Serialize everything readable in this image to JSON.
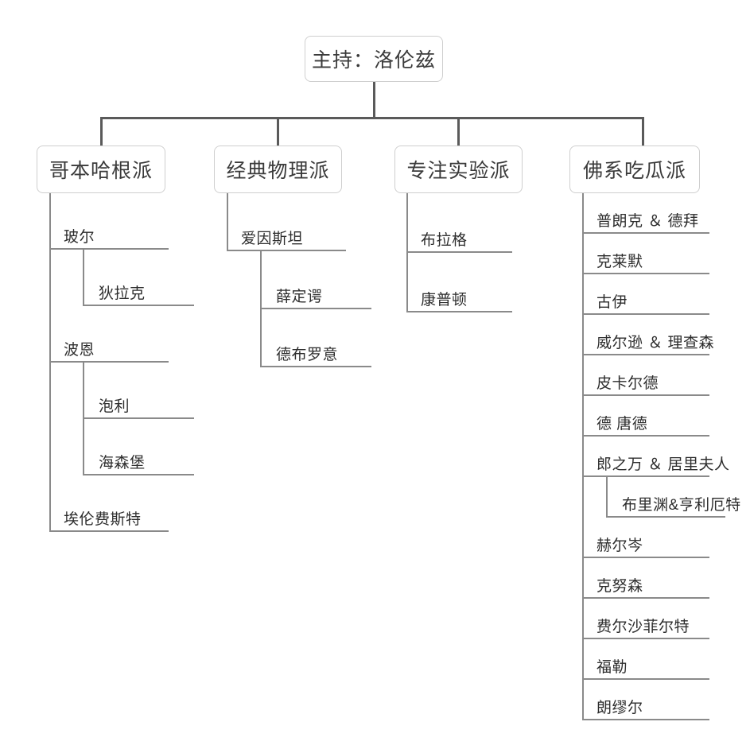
{
  "diagram": {
    "type": "org-chart",
    "title_node": {
      "label": "主持：洛伦兹"
    },
    "branches": [
      {
        "label": "哥本哈根派",
        "items": [
          {
            "label": "玻尔",
            "level": 1
          },
          {
            "label": "狄拉克",
            "level": 2
          },
          {
            "label": "波恩",
            "level": 1
          },
          {
            "label": "泡利",
            "level": 2
          },
          {
            "label": "海森堡",
            "level": 2
          },
          {
            "label": "埃伦费斯特",
            "level": 1
          }
        ]
      },
      {
        "label": "经典物理派",
        "items": [
          {
            "label": "爱因斯坦",
            "level": 1
          },
          {
            "label": "薛定谔",
            "level": 2
          },
          {
            "label": "德布罗意",
            "level": 2
          }
        ]
      },
      {
        "label": "专注实验派",
        "items": [
          {
            "label": "布拉格",
            "level": 1
          },
          {
            "label": "康普顿",
            "level": 1
          }
        ]
      },
      {
        "label": "佛系吃瓜派",
        "items": [
          {
            "label": "普朗克 ＆ 德拜",
            "level": 1
          },
          {
            "label": "克莱默",
            "level": 1
          },
          {
            "label": "古伊",
            "level": 1
          },
          {
            "label": "威尔逊 ＆ 理查森",
            "level": 1
          },
          {
            "label": "皮卡尔德",
            "level": 1
          },
          {
            "label": "德 唐德",
            "level": 1
          },
          {
            "label": "郎之万 ＆ 居里夫人",
            "level": 1
          },
          {
            "label": "布里渊&亨利厄特",
            "level": 2
          },
          {
            "label": "赫尔岑",
            "level": 1
          },
          {
            "label": "克努森",
            "level": 1
          },
          {
            "label": "费尔沙菲尔特",
            "level": 1
          },
          {
            "label": "福勒",
            "level": 1
          },
          {
            "label": "朗缪尔",
            "level": 1
          }
        ]
      }
    ],
    "colors": {
      "node_border": "#cfcfcf",
      "connector": "#5a5a5a",
      "tree_line": "#8a8a8a",
      "text": "#2d2d2d",
      "background": "#ffffff"
    }
  }
}
